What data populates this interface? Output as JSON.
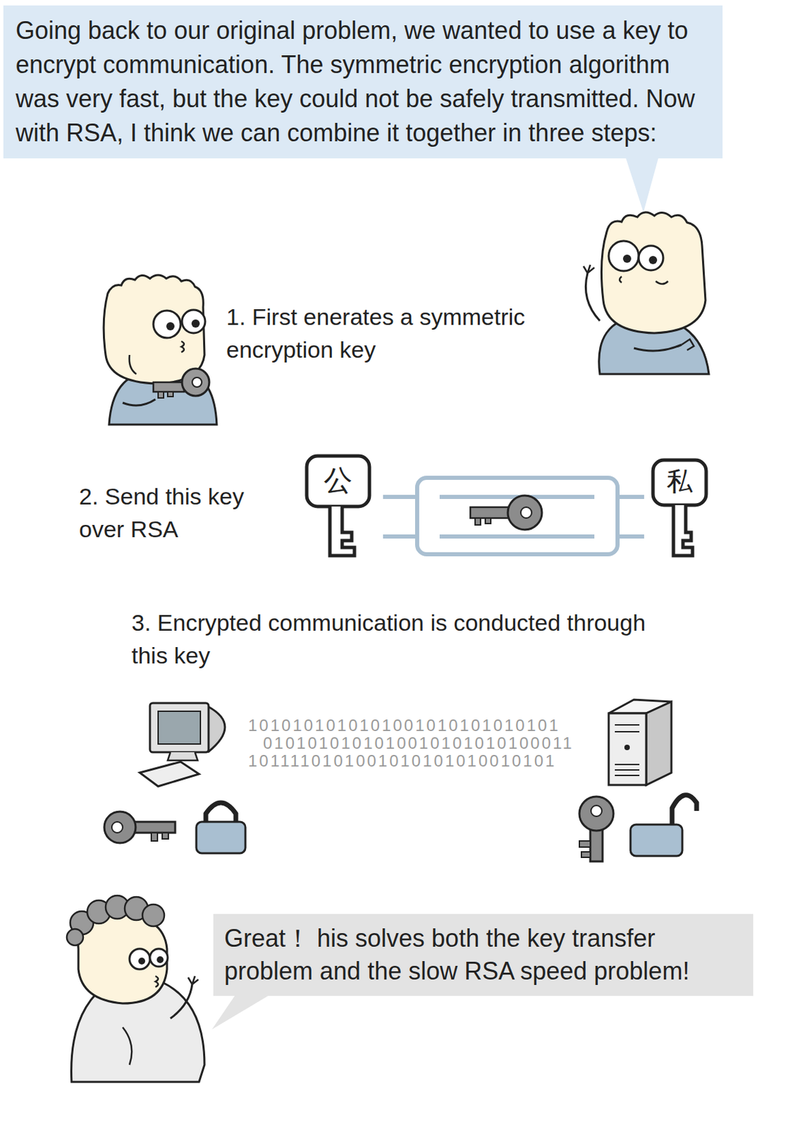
{
  "diagram": {
    "nodes": [
      {
        "text": [
          "Going back to our original problem, we wanted to use a key to encrypt communication. The symmetric encryption algorithm was very fast, but the key could not be safely transmitted. Now with RSA, I think we can combine it together in three steps:"
        ]
      },
      {
        "text": [
          "Great！ his solves both the key transfer problem and the slow RSA speed problem!"
        ]
      }
    ],
    "labels": [
      "1. First enerates a symmetric encryption key",
      "2. Send this key over RSA",
      "公",
      "私",
      "3. Encrypted communication is conducted through this key",
      "1010101010101001010101010101",
      "0101010101010010101010100011",
      "1011110101001010101010010101"
    ]
  }
}
